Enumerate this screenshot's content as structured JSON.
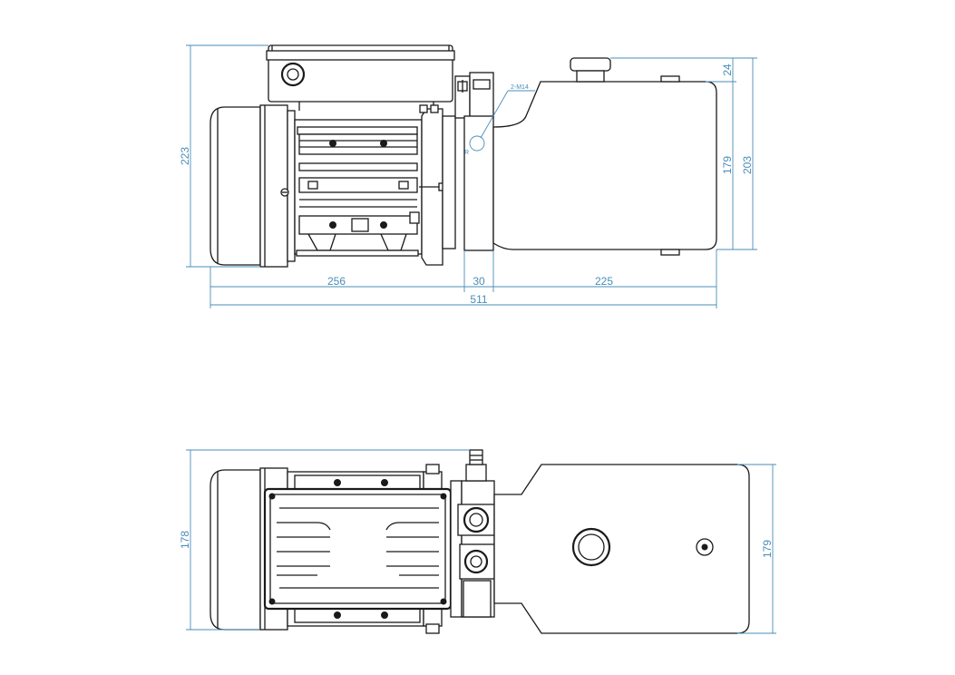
{
  "drawing": {
    "line_color": "#1a1a1a",
    "dimension_color": "#4a8db8",
    "side_view": {
      "annotation_port": "2-M14",
      "annotation_radius": "R",
      "dimensions": {
        "height_total": "223",
        "length_motor": "256",
        "length_block": "30",
        "length_tank": "225",
        "length_total": "511",
        "tank_cap_offset": "24",
        "tank_height": "179",
        "tank_height_total": "203"
      }
    },
    "top_view": {
      "dimensions": {
        "motor_width": "178",
        "tank_width": "179"
      }
    }
  }
}
